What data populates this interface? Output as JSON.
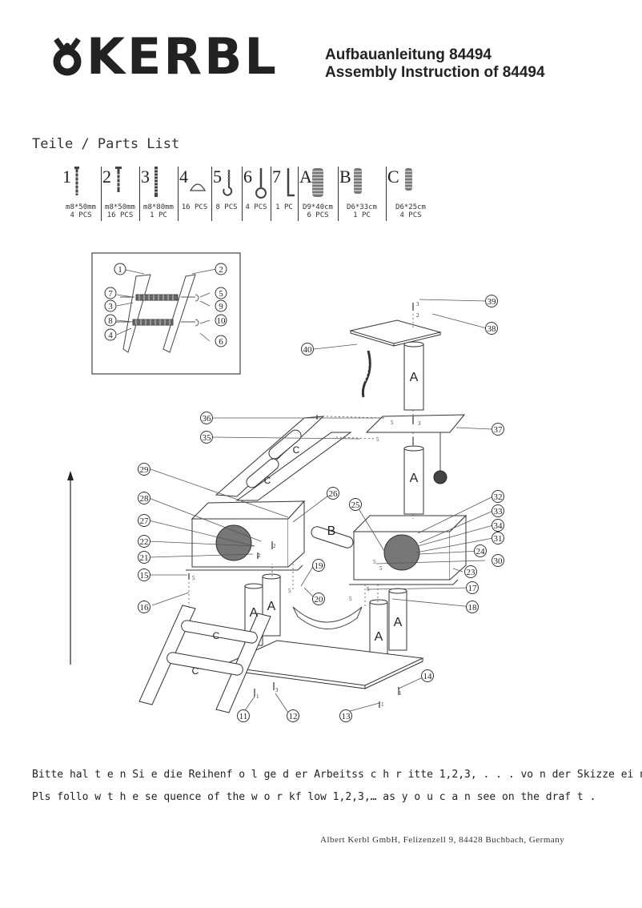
{
  "header": {
    "brand": "KERBL",
    "title_de": "Aufbauanleitung 84494",
    "title_en": "Assembly Instruction of 84494"
  },
  "parts_list": {
    "title": "Teile / Parts List",
    "items": [
      {
        "label": "1",
        "spec": "m8*50mm",
        "qty": "4 PCS",
        "icon": "screw-icon"
      },
      {
        "label": "2",
        "spec": "m8*50mm",
        "qty": "16 PCS",
        "icon": "screw-icon"
      },
      {
        "label": "3",
        "spec": "m8*80mm",
        "qty": "1 PC",
        "icon": "threaded-rod-icon"
      },
      {
        "label": "4",
        "spec": "",
        "qty": "16 PCS",
        "icon": "screw-cap-icon"
      },
      {
        "label": "5",
        "spec": "",
        "qty": "8 PCS",
        "icon": "hook-icon"
      },
      {
        "label": "6",
        "spec": "",
        "qty": "4 PCS",
        "icon": "eye-bolt-icon"
      },
      {
        "label": "7",
        "spec": "",
        "qty": "1 PC",
        "icon": "allen-key-icon"
      },
      {
        "label": "A",
        "spec": "D9*40cm",
        "qty": "6 PCS",
        "icon": "sisal-post-icon"
      },
      {
        "label": "B",
        "spec": "D6*33cm",
        "qty": "1 PC",
        "icon": "sisal-post-icon"
      },
      {
        "label": "C",
        "spec": "D6*25cm",
        "qty": "4 PCS",
        "icon": "sisal-post-icon"
      }
    ]
  },
  "diagram": {
    "inset_callouts": [
      "1",
      "2",
      "7",
      "5",
      "3",
      "9",
      "8",
      "10",
      "4",
      "6"
    ],
    "callouts": [
      "39",
      "38",
      "40",
      "36",
      "37",
      "35",
      "29",
      "26",
      "32",
      "33",
      "25",
      "34",
      "28",
      "27",
      "31",
      "24",
      "22",
      "30",
      "21",
      "23",
      "15",
      "19",
      "17",
      "20",
      "16",
      "18",
      "14",
      "11",
      "12",
      "13"
    ],
    "post_labels": [
      "A",
      "A",
      "A",
      "A",
      "A",
      "A",
      "B",
      "C",
      "C",
      "C",
      "C"
    ],
    "screw_numbers": [
      "3",
      "2",
      "3",
      "5",
      "5",
      "2",
      "2",
      "5",
      "5",
      "1",
      "3",
      "1",
      "1",
      "5",
      "5",
      "5",
      "5"
    ]
  },
  "instructions": {
    "de": "Bitte hal t e n Si e die Reihenf o l ge d er Arbeitss c h r itte 1,2,3, . . . vo n der Skizze ei n .",
    "en": "Pls follo w t h e se quence of the w o r kf low 1,2,3,… as y o u c a n see on the draf t ."
  },
  "footer": {
    "address": "Albert Kerbl GmbH, Felizenzell 9, 84428 Buchbach, Germany"
  }
}
